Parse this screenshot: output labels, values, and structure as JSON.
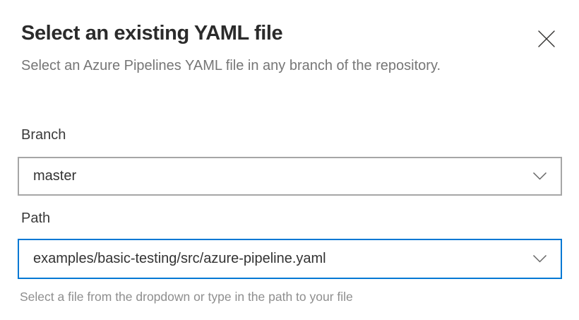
{
  "dialog": {
    "title": "Select an existing YAML file",
    "subtitle": "Select an Azure Pipelines YAML file in any branch of the repository."
  },
  "branch_field": {
    "label": "Branch",
    "value": "master"
  },
  "path_field": {
    "label": "Path",
    "value": "examples/basic-testing/src/azure-pipeline.yaml",
    "helper_text": "Select a file from the dropdown or type in the path to your file"
  },
  "icons": {
    "close": "close-icon",
    "branch_chevron": "chevron-down-icon",
    "path_chevron": "chevron-down-icon"
  },
  "colors": {
    "focus_border": "#0078d4",
    "field_border": "#a6a6a6",
    "title_text": "#2b2b2b",
    "body_text": "#333333",
    "muted_text": "#767676",
    "helper_text": "#8e8e8e",
    "icon_gray": "#666666"
  }
}
